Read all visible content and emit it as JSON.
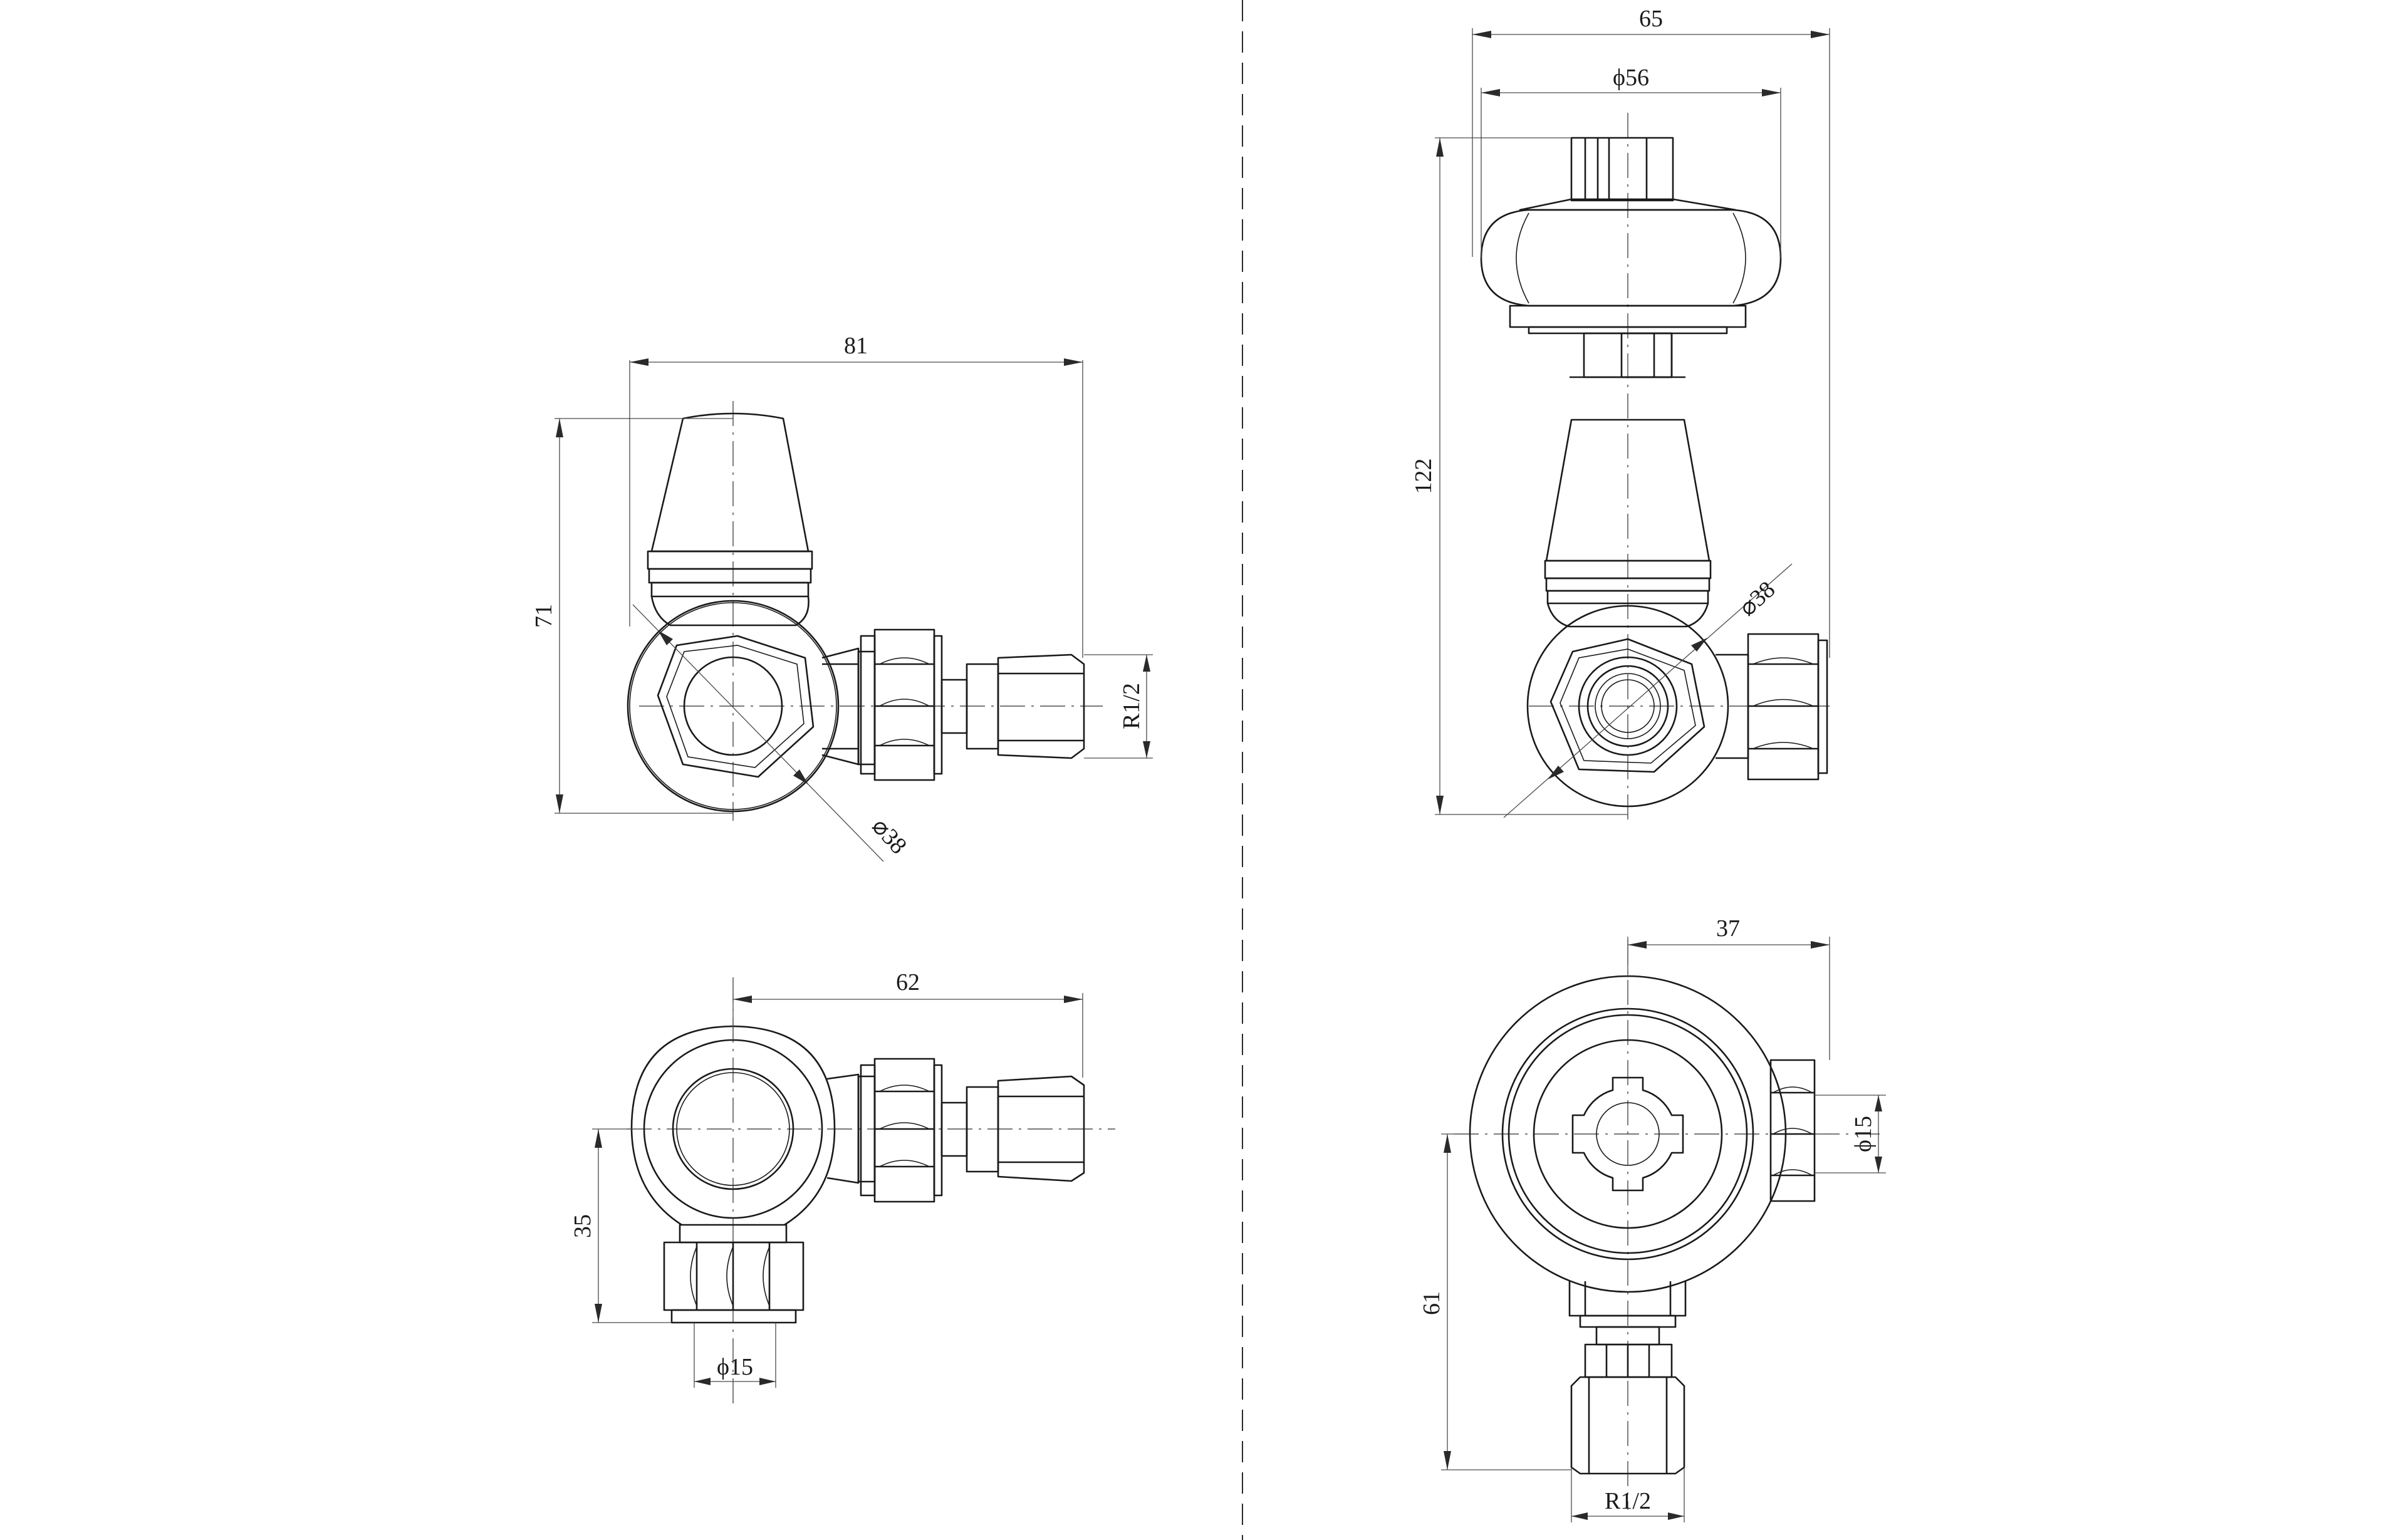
{
  "views": {
    "side_view": {
      "width": "81",
      "height": "71",
      "body_diameter": "38",
      "thread": "R1/2"
    },
    "plan_view": {
      "length": "62",
      "drop": "35",
      "pipe_diameter": "15"
    },
    "front_view": {
      "overall_width": "65",
      "head_diameter": "56",
      "height": "122",
      "body_diameter": "38"
    },
    "underside_view": {
      "offset": "37",
      "pipe_diameter": "15",
      "drop": "61",
      "thread": "R1/2"
    }
  },
  "colors": {
    "line": "#1a1a1a",
    "dimension": "#4a4a4a",
    "background": "#ffffff"
  }
}
